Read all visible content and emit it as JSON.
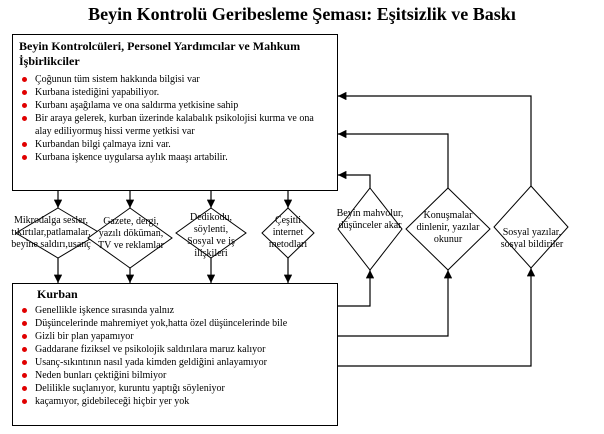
{
  "title": "Beyin Kontrolü Geribesleme Şeması: Eşitsizlik ve Baskı",
  "top_box": {
    "header": "Beyin Kontrolcüleri, Personel Yardımcılar ve Mahkum İşbirlikciler",
    "items": [
      "Çoğunun tüm sistem hakkında bilgisi var",
      "Kurbana istediğini yapabiliyor.",
      "Kurbanı aşağılama ve ona saldırma yetkisine sahip",
      "Bir araya gelerek, kurban üzerinde kalabalık psikolojisi kurma ve ona alay ediliyormuş hissi verme yetkisi var",
      "Kurbandan bilgi çalmaya izni var.",
      "Kurbana işkence uygularsa aylık maaşı artabilir."
    ]
  },
  "bottom_box": {
    "header": "Kurban",
    "items": [
      "Genellikle işkence sırasında yalnız",
      "Düşüncelerinde mahremiyet yok,hatta özel düşüncelerinde bile",
      "Gizli bir plan yapamıyor",
      "Gaddarane fiziksel ve psikolojik saldırılara maruz kalıyor",
      "Usanç-sıkıntının nasıl yada kimden geldiğini anlayamıyor",
      "Neden bunları çektiğini bilmiyor",
      "Delilikle suçlanıyor, kuruntu yaptığı söyleniyor",
      "kaçamıyor, gidebileceği hiçbir yer yok"
    ]
  },
  "down_channels": [
    {
      "text": "Mikrodalga sesler, tıkırtılar,patlamalar, beyine saldırı,usanç"
    },
    {
      "text": "Gazete, dergi, yazılı döküman, TV ve reklamlar"
    },
    {
      "text": "Dedikodu, söylenti, Sosyal ve iş ilişkileri"
    },
    {
      "text": "Çeşitli internet metodları"
    }
  ],
  "up_channels": [
    {
      "text": "Beyin mahvolur, düşünceler akar"
    },
    {
      "text": "Konuşmalar dinlenir, yazılar okunur"
    },
    {
      "text": "Sosyal yazılar, sosyal bildiriler"
    }
  ],
  "colors": {
    "bullet": "#e00000",
    "line": "#000000"
  }
}
